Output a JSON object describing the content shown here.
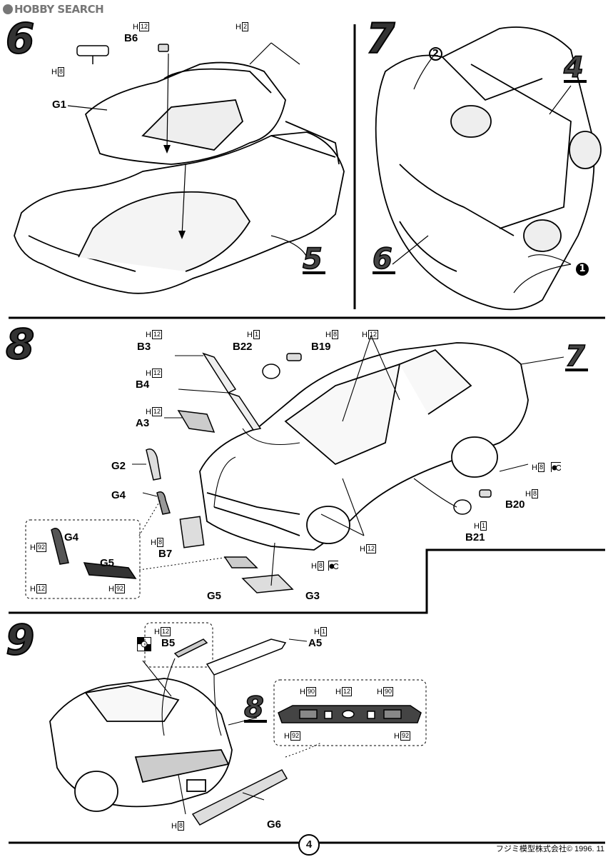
{
  "watermark": "HOBBY SEARCH",
  "steps": {
    "s6": "6",
    "s7": "7",
    "s8": "8",
    "s9": "9"
  },
  "refs": {
    "r5": "5",
    "r4": "4",
    "r6": "6",
    "r7": "7",
    "r8": "8"
  },
  "callouts": {
    "c1": "1",
    "c2": "2"
  },
  "parts": {
    "B6": "B6",
    "G1": "G1",
    "B3": "B3",
    "B22": "B22",
    "B19": "B19",
    "B4": "B4",
    "A3": "A3",
    "G2": "G2",
    "G4": "G4",
    "G4b": "G4",
    "G5": "G5",
    "G5b": "G5",
    "B7": "B7",
    "B20": "B20",
    "B21": "B21",
    "G3": "G3",
    "B5": "B5",
    "A5": "A5",
    "G6": "G6"
  },
  "paint": {
    "H": "H",
    "c12": "12",
    "c2": "2",
    "c8": "8",
    "c1": "1",
    "c92": "92",
    "c90": "90"
  },
  "page_number": "4",
  "copyright": "フジミ模型株式会社© 1996. 11"
}
